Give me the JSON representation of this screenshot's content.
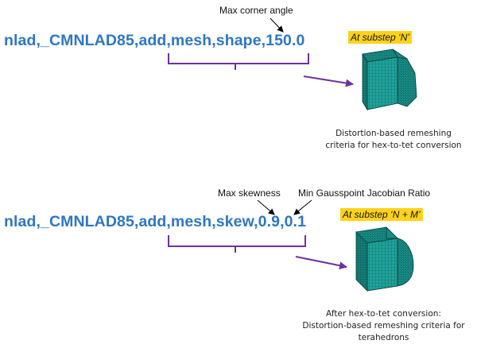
{
  "top": {
    "annotation": "Max corner angle",
    "command": "nlad,_CMNLAD85,add,mesh,shape,150.0",
    "badge": "At substep ‘N’",
    "caption_lines": [
      "Distortion-based remeshing",
      "criteria for hex-to-tet conversion"
    ]
  },
  "bottom": {
    "annotation_left": "Max skewness",
    "annotation_right": "Min Gausspoint Jacobian Ratio",
    "command": "nlad,_CMNLAD85,add,mesh,skew,0.9,0.1",
    "badge": "At substep ‘N + M’",
    "caption_lines": [
      "After hex-to-tet conversion:",
      "Distortion-based remeshing criteria for",
      "terahedrons"
    ]
  },
  "colors": {
    "command_text": "#2f77c0",
    "bracket": "#7030a0",
    "badge_bg": "#ffd21a",
    "mesh": "#1fa39a"
  }
}
